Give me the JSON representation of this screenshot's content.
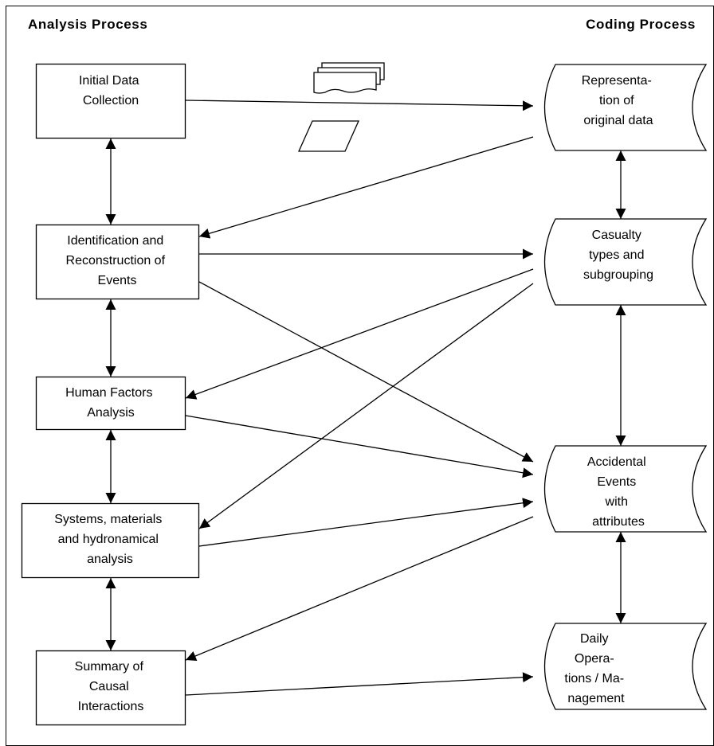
{
  "headers": {
    "analysis": "Analysis Process",
    "coding": "Coding Process"
  },
  "process_boxes": [
    {
      "id": "initial-data-collection",
      "lines": [
        "Initial Data",
        "Collection"
      ]
    },
    {
      "id": "identification-reconstruction",
      "lines": [
        "Identification and",
        "Reconstruction of",
        "Events"
      ]
    },
    {
      "id": "human-factors-analysis",
      "lines": [
        "Human Factors",
        "Analysis"
      ]
    },
    {
      "id": "systems-materials-hydronamical",
      "lines": [
        "Systems, materials",
        "and hydronamical",
        "analysis"
      ]
    },
    {
      "id": "summary-causal-interactions",
      "lines": [
        "Summary of",
        "Causal",
        "Interactions"
      ]
    }
  ],
  "coding_stores": [
    {
      "id": "representation-original-data",
      "lines": [
        "Representa-",
        "tion of",
        "original data"
      ]
    },
    {
      "id": "casualty-types-subgrouping",
      "lines": [
        "Casualty",
        "types and",
        "subgrouping"
      ]
    },
    {
      "id": "accidental-events-attributes",
      "lines": [
        "Accidental",
        "Events",
        "with",
        "attributes"
      ]
    },
    {
      "id": "daily-operations-management",
      "lines": [
        "Daily",
        "Opera-",
        "tions / Ma-",
        "nagement"
      ]
    }
  ],
  "connections": [
    {
      "from": "initial-data-collection",
      "to": "representation-original-data",
      "type": "arrow"
    },
    {
      "from": "representation-original-data",
      "to": "identification-reconstruction",
      "type": "arrow"
    },
    {
      "from": "identification-reconstruction",
      "to": "casualty-types-subgrouping",
      "type": "arrow"
    },
    {
      "from": "identification-reconstruction",
      "to": "accidental-events-attributes",
      "type": "arrow"
    },
    {
      "from": "casualty-types-subgrouping",
      "to": "human-factors-analysis",
      "type": "arrow"
    },
    {
      "from": "casualty-types-subgrouping",
      "to": "systems-materials-hydronamical",
      "type": "arrow"
    },
    {
      "from": "human-factors-analysis",
      "to": "accidental-events-attributes",
      "type": "arrow"
    },
    {
      "from": "systems-materials-hydronamical",
      "to": "accidental-events-attributes",
      "type": "arrow"
    },
    {
      "from": "accidental-events-attributes",
      "to": "summary-causal-interactions",
      "type": "arrow"
    },
    {
      "from": "summary-causal-interactions",
      "to": "daily-operations-management",
      "type": "arrow"
    },
    {
      "from": "initial-data-collection",
      "to": "identification-reconstruction",
      "type": "bidirectional"
    },
    {
      "from": "identification-reconstruction",
      "to": "human-factors-analysis",
      "type": "bidirectional"
    },
    {
      "from": "human-factors-analysis",
      "to": "systems-materials-hydronamical",
      "type": "bidirectional"
    },
    {
      "from": "systems-materials-hydronamical",
      "to": "summary-causal-interactions",
      "type": "bidirectional"
    },
    {
      "from": "representation-original-data",
      "to": "casualty-types-subgrouping",
      "type": "bidirectional"
    },
    {
      "from": "casualty-types-subgrouping",
      "to": "accidental-events-attributes",
      "type": "bidirectional"
    },
    {
      "from": "accidental-events-attributes",
      "to": "daily-operations-management",
      "type": "bidirectional"
    }
  ],
  "icons": [
    "document-stack-icon",
    "parallelogram-input-icon"
  ]
}
